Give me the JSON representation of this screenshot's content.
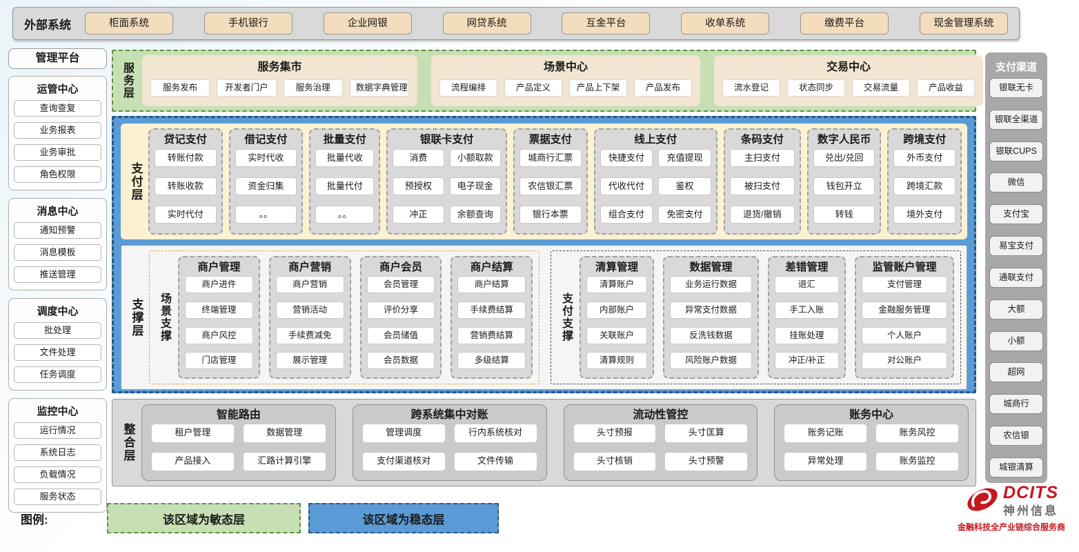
{
  "external_systems": {
    "label": "外部系统",
    "items": [
      "柜面系统",
      "手机银行",
      "企业网银",
      "网贷系统",
      "互金平台",
      "收单系统",
      "缴费平台",
      "现金管理系统"
    ]
  },
  "management_platform": {
    "title": "管理平台",
    "centers": [
      {
        "title": "运管中心",
        "items": [
          "查询查复",
          "业务报表",
          "业务审批",
          "角色权限"
        ]
      },
      {
        "title": "消息中心",
        "items": [
          "通知预警",
          "消息模板",
          "推送管理"
        ]
      },
      {
        "title": "调度中心",
        "items": [
          "批处理",
          "文件处理",
          "任务调度"
        ]
      },
      {
        "title": "监控中心",
        "items": [
          "运行情况",
          "系统日志",
          "负载情况",
          "服务状态"
        ]
      }
    ]
  },
  "service_layer": {
    "label": "服务层",
    "groups": [
      {
        "title": "服务集市",
        "items": [
          "服务发布",
          "开发者门户",
          "服务治理",
          "数据字典管理"
        ]
      },
      {
        "title": "场景中心",
        "items": [
          "流程编排",
          "产品定义",
          "产品上下架",
          "产品发布"
        ]
      },
      {
        "title": "交易中心",
        "items": [
          "流水登记",
          "状态同步",
          "交易流量",
          "产品收益"
        ]
      }
    ]
  },
  "payment_layer": {
    "label": "支付层",
    "groups": [
      {
        "title": "贷记支付",
        "cols": 1,
        "items": [
          "转账付款",
          "转账收款",
          "实时代付"
        ]
      },
      {
        "title": "借记支付",
        "cols": 1,
        "items": [
          "实时代收",
          "资金归集",
          "。。"
        ]
      },
      {
        "title": "批量支付",
        "cols": 1,
        "items": [
          "批量代收",
          "批量代付",
          "。。"
        ]
      },
      {
        "title": "银联卡支付",
        "cols": 2,
        "items": [
          "消费",
          "小额取款",
          "预授权",
          "电子现金",
          "冲正",
          "余额查询"
        ]
      },
      {
        "title": "票据支付",
        "cols": 1,
        "items": [
          "城商行汇票",
          "农信银汇票",
          "银行本票"
        ]
      },
      {
        "title": "线上支付",
        "cols": 2,
        "items": [
          "快捷支付",
          "充值提现",
          "代收代付",
          "鉴权",
          "组合支付",
          "免密支付"
        ]
      },
      {
        "title": "条码支付",
        "cols": 1,
        "items": [
          "主扫支付",
          "被扫支付",
          "退货/撤销"
        ]
      },
      {
        "title": "数字人民币",
        "cols": 1,
        "items": [
          "兑出/兑回",
          "钱包开立",
          "转钱"
        ]
      },
      {
        "title": "跨境支付",
        "cols": 1,
        "items": [
          "外币支付",
          "跨境汇款",
          "境外支付"
        ]
      }
    ]
  },
  "support_layer": {
    "label": "支撑层",
    "sections": [
      {
        "title": "场景支撑",
        "accent": "orange",
        "groups": [
          {
            "title": "商户管理",
            "items": [
              "商户进件",
              "终端管理",
              "商户风控",
              "门店管理"
            ]
          },
          {
            "title": "商户营销",
            "items": [
              "商户营销",
              "营销活动",
              "手续费减免",
              "展示管理"
            ]
          },
          {
            "title": "商户会员",
            "items": [
              "会员管理",
              "评价分享",
              "会员储值",
              "会员数据"
            ]
          },
          {
            "title": "商户结算",
            "items": [
              "商户结算",
              "手续费结算",
              "营销费结算",
              "多级结算"
            ]
          }
        ]
      },
      {
        "title": "支付支撑",
        "accent": "dark",
        "groups": [
          {
            "title": "清算管理",
            "items": [
              "清算账户",
              "内部账户",
              "关联账户",
              "清算规则"
            ]
          },
          {
            "title": "数据管理",
            "items": [
              "业务运行数据",
              "异常支付数据",
              "反洗钱数据",
              "风险账户数据"
            ]
          },
          {
            "title": "差错管理",
            "items": [
              "退汇",
              "手工入账",
              "挂账处理",
              "冲正/补正"
            ]
          },
          {
            "title": "监管账户管理",
            "items": [
              "支付管理",
              "金融服务管理",
              "个人账户",
              "对公账户"
            ]
          }
        ]
      }
    ]
  },
  "integration_layer": {
    "label": "整合层",
    "groups": [
      {
        "title": "智能路由",
        "items": [
          "租户管理",
          "数据管理",
          "产品接入",
          "汇路计算引擎"
        ]
      },
      {
        "title": "跨系统集中对账",
        "items": [
          "管理调度",
          "行内系统核对",
          "支付渠道核对",
          "文件传输"
        ]
      },
      {
        "title": "流动性管控",
        "items": [
          "头寸预报",
          "头寸匡算",
          "头寸核销",
          "头寸预警"
        ]
      },
      {
        "title": "账务中心",
        "items": [
          "账务记账",
          "账务风控",
          "异常处理",
          "账务监控"
        ]
      }
    ]
  },
  "payment_channels": {
    "title": "支付渠道",
    "items": [
      "银联无卡",
      "银联全渠道",
      "银联CUPS",
      "微信",
      "支付宝",
      "易宝支付",
      "通联支付",
      "大额",
      "小额",
      "超网",
      "城商行",
      "农信银",
      "城银清算"
    ]
  },
  "legend": {
    "label": "图例:",
    "agile": "该区域为敏态层",
    "stable": "该区域为稳态层"
  },
  "logo": {
    "name": "DCITS",
    "cn": "神州信息",
    "tagline": "金融科技全产业链综合服务商"
  },
  "colors": {
    "agile_green": "#c6e0b4",
    "green_border": "#5d8f46",
    "stable_blue": "#5b9bd5",
    "blue_border": "#28567e",
    "payment_cream": "#fcf1d1",
    "external_tan": "#f3ddbd",
    "group_gray": "#d9d9d9",
    "orange_accent": "#e8a33d",
    "logo_red": "#c6161f"
  }
}
